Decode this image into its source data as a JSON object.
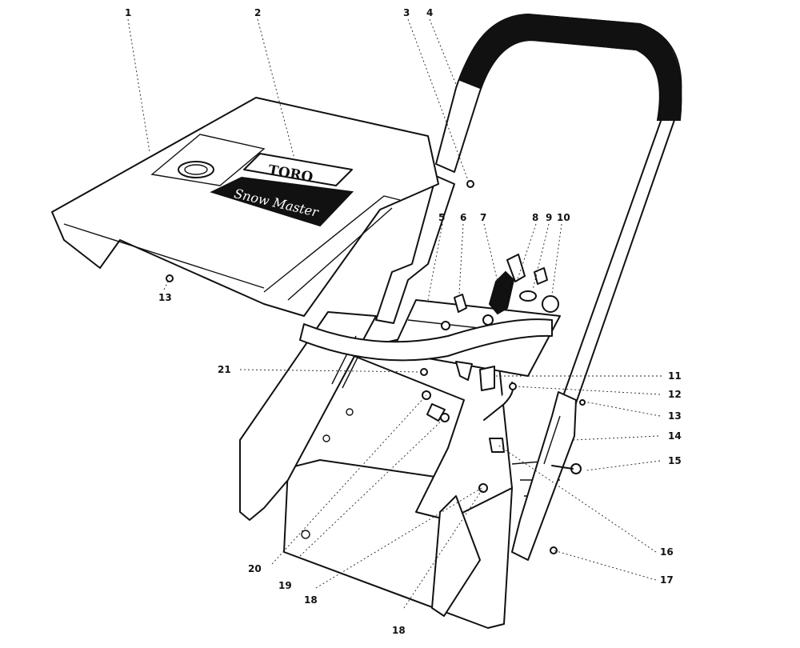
{
  "brand": {
    "logo_text": "TORO",
    "model_text": "Snow Master"
  },
  "callouts": {
    "c1": "1",
    "c2": "2",
    "c3": "3",
    "c4": "4",
    "c5": "5",
    "c6": "6",
    "c7": "7",
    "c8": "8",
    "c9": "9",
    "c10": "10",
    "c11": "11",
    "c12": "12",
    "c13a": "13",
    "c13b": "13",
    "c14": "14",
    "c15": "15",
    "c16": "16",
    "c17": "17",
    "c18a": "18",
    "c18b": "18",
    "c19": "19",
    "c20": "20",
    "c21": "21"
  },
  "colors": {
    "line": "#111111",
    "background": "#ffffff",
    "grip": "#111111",
    "model_plate": "#111111"
  }
}
